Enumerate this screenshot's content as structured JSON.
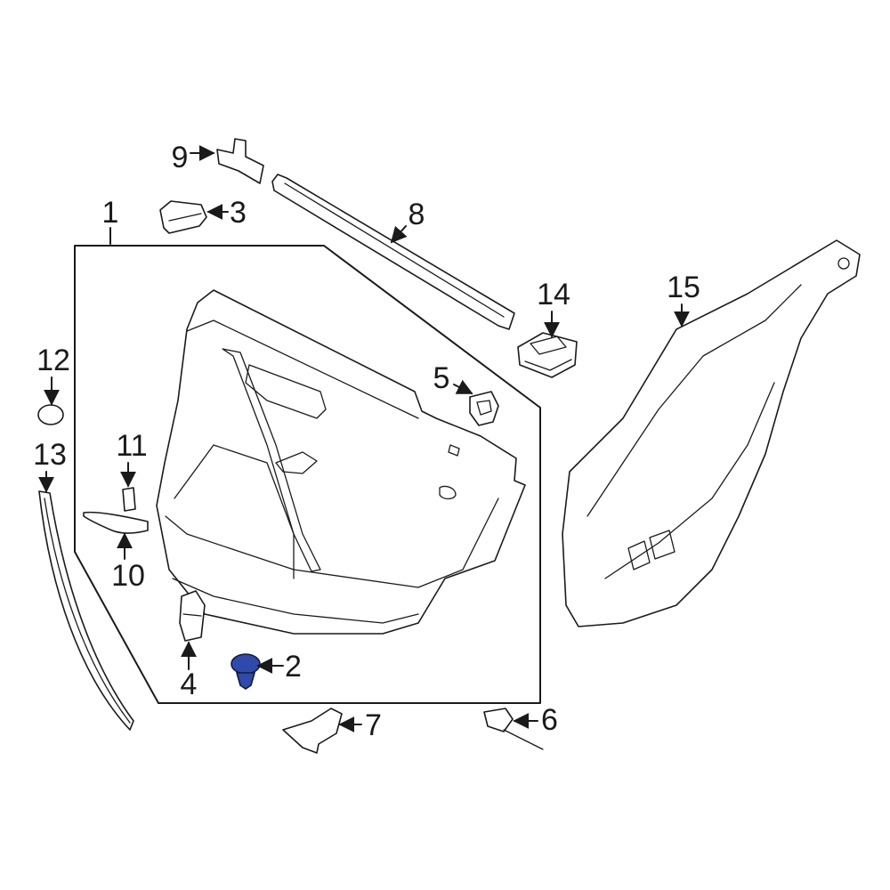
{
  "callouts": [
    {
      "id": "1",
      "label": "1"
    },
    {
      "id": "2",
      "label": "2"
    },
    {
      "id": "3",
      "label": "3"
    },
    {
      "id": "4",
      "label": "4"
    },
    {
      "id": "5",
      "label": "5"
    },
    {
      "id": "6",
      "label": "6"
    },
    {
      "id": "7",
      "label": "7"
    },
    {
      "id": "8",
      "label": "8"
    },
    {
      "id": "9",
      "label": "9"
    },
    {
      "id": "10",
      "label": "10"
    },
    {
      "id": "11",
      "label": "11"
    },
    {
      "id": "12",
      "label": "12"
    },
    {
      "id": "13",
      "label": "13"
    },
    {
      "id": "14",
      "label": "14"
    },
    {
      "id": "15",
      "label": "15"
    }
  ],
  "highlighted_part": "2",
  "colors": {
    "line": "#1a1a1a",
    "highlight": "#2f4aa8",
    "background": "#ffffff"
  }
}
